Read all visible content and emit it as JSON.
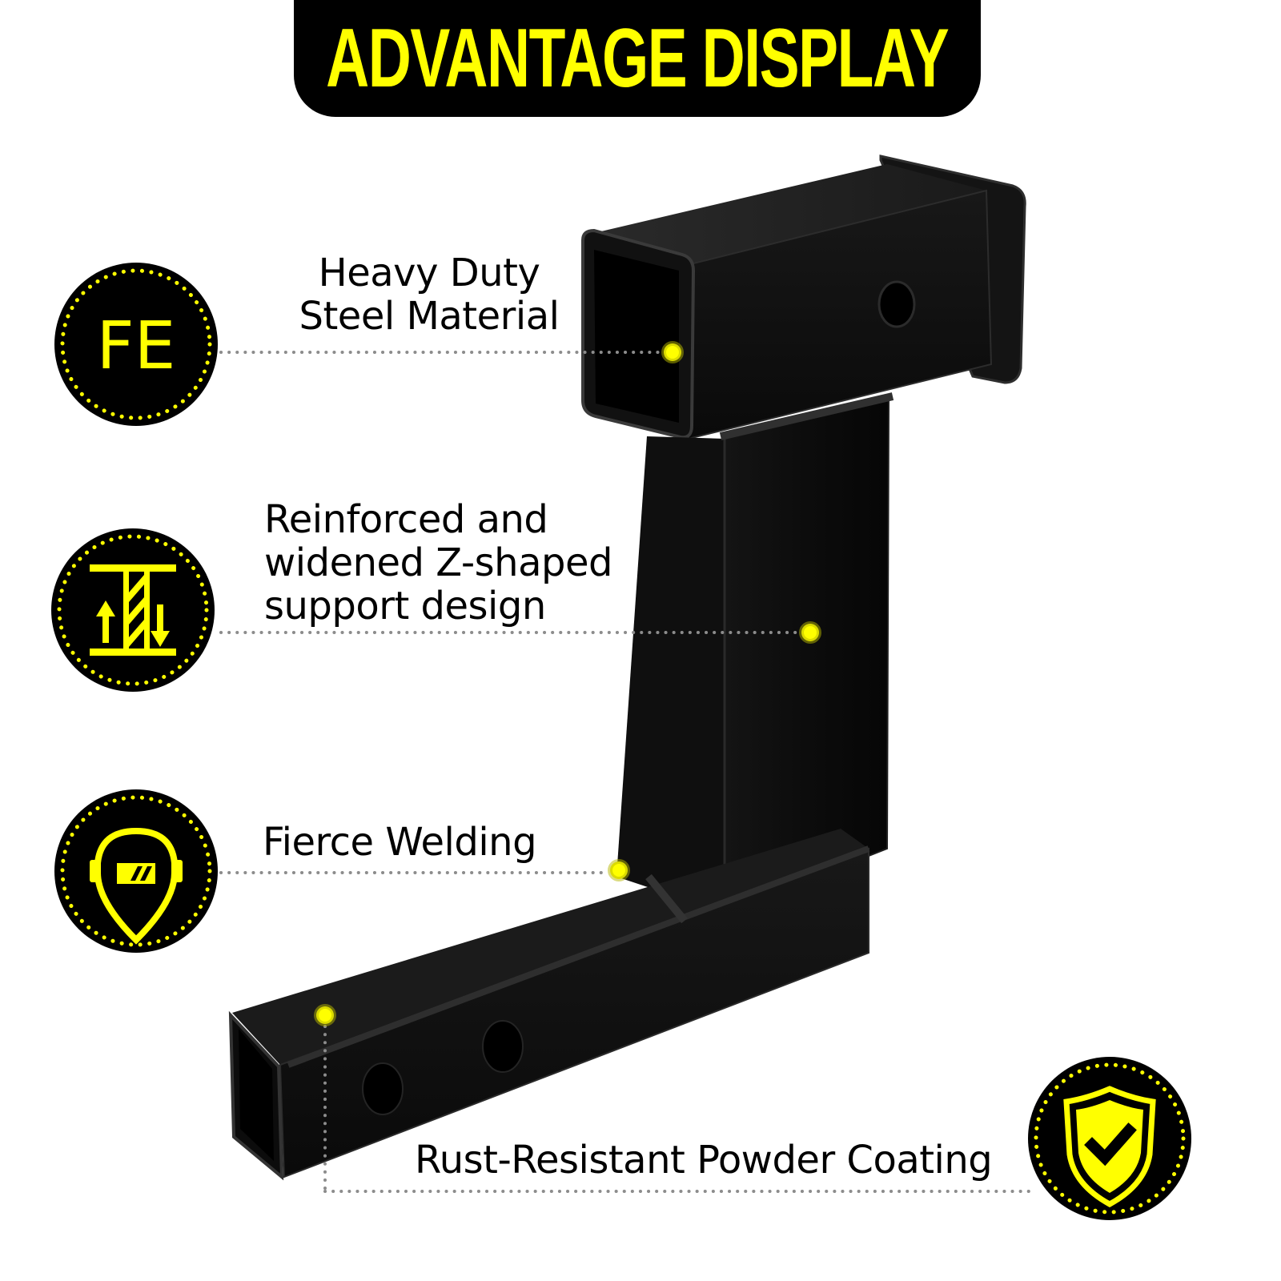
{
  "banner": {
    "title": "ADVANTAGE DISPLAY"
  },
  "colors": {
    "accent": "#ffff00",
    "badge_bg": "#000000",
    "leader": "#8c8c8c",
    "text": "#000000"
  },
  "features": [
    {
      "icon": "fe-iron-icon",
      "icon_text": "FE",
      "lines": [
        "Heavy Duty",
        "Steel Material"
      ]
    },
    {
      "icon": "reinforced-beam-icon",
      "lines": [
        "Reinforced and",
        "widened Z-shaped",
        "support design"
      ]
    },
    {
      "icon": "welding-mask-icon",
      "lines": [
        "Fierce Welding"
      ]
    },
    {
      "icon": "shield-check-icon",
      "lines": [
        "Rust-Resistant Powder Coating"
      ]
    }
  ],
  "product": {
    "name": "hitch-riser-drop-receiver"
  }
}
